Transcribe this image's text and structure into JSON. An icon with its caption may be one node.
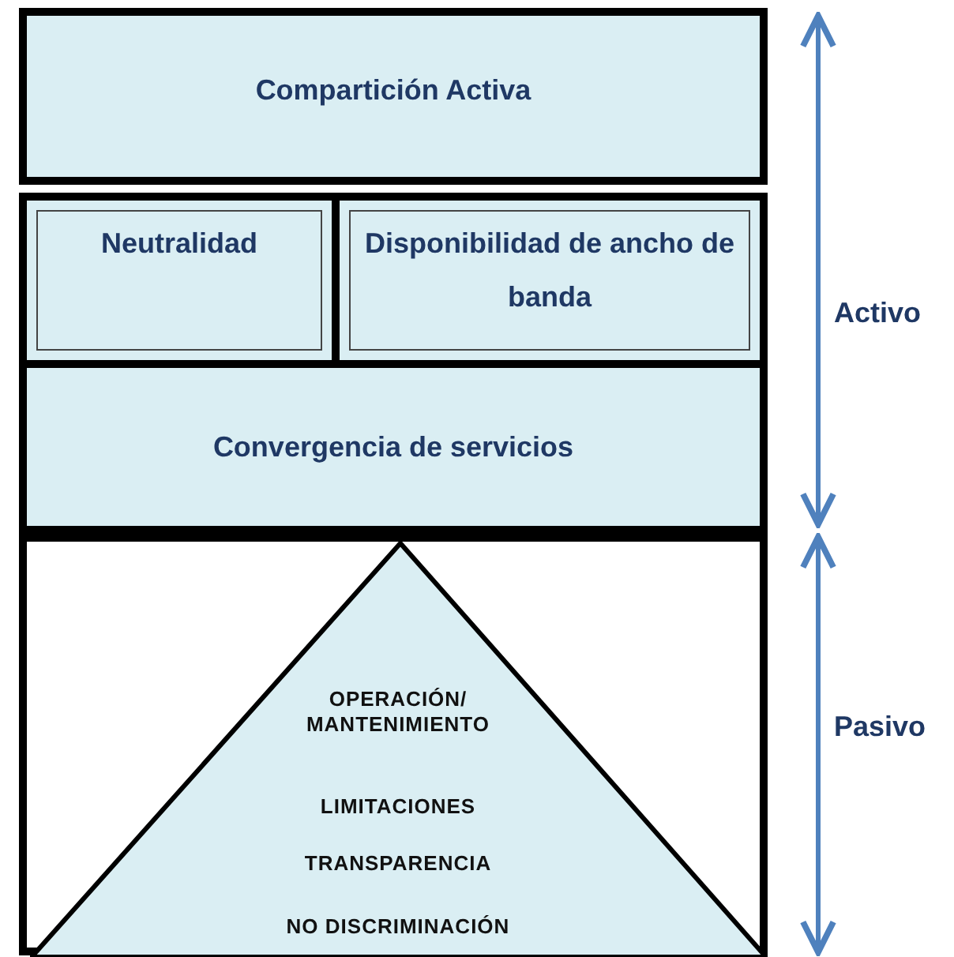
{
  "diagram": {
    "nodes": [
      {
        "text": [
          "Compartición Activa"
        ]
      },
      {
        "text": [
          "Neutralidad"
        ]
      },
      {
        "text": [
          "Disponibilidad de ancho de banda"
        ]
      },
      {
        "text": [
          "Convergencia de servicios"
        ]
      },
      {
        "text": [],
        "shape": "box"
      },
      {
        "text": [
          "OPERACIÓN/ MANTENIMIENTO",
          "LIMITACIONES",
          "TRANSPARENCIA",
          "NO DISCRIMINACIÓN"
        ],
        "in": 4
      }
    ],
    "labels": [
      "Activo",
      "Pasivo"
    ]
  }
}
